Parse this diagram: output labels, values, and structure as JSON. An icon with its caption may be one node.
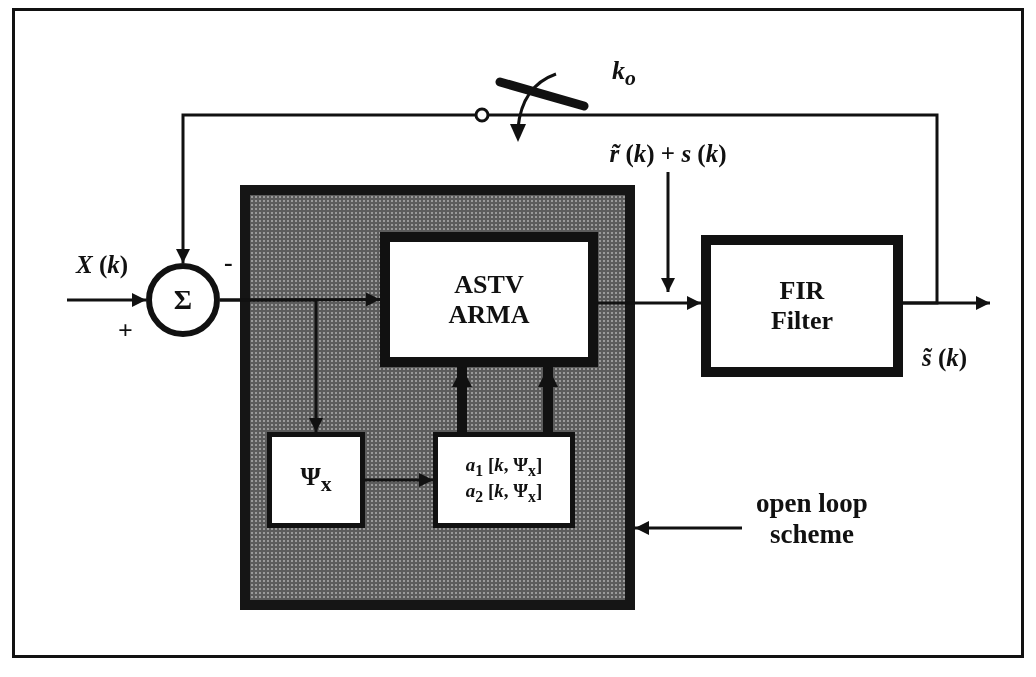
{
  "diagram": {
    "nodes": [
      {
        "text": [],
        "shape": "box"
      },
      {
        "text": [
          "Σ"
        ]
      },
      {
        "text": [
          "ASTV ARMA"
        ],
        "in": 0
      },
      {
        "text": [
          "Ψ$_{x}$"
        ],
        "in": 0
      },
      {
        "text": [
          "*a*$_{1}$ [*k*, Ψ$_{x}$] *a*$_{2}$ [*k*, Ψ$_{x}$]"
        ],
        "in": 0
      },
      {
        "text": [
          "FIR Filter"
        ]
      },
      {
        "text": [
          "open loop scheme"
        ]
      },
      {
        "text": [
          "*r̃* (*k*) + *s* (*k*)"
        ]
      }
    ],
    "edges": [
      {
        "from": null,
        "to": 1,
        "arrow": "to",
        "label": "*X* (*k*)"
      },
      {
        "from": 1,
        "to": 2,
        "arrow": "to"
      },
      {
        "from": 1,
        "to": 3,
        "arrow": "to"
      },
      {
        "from": 3,
        "to": 4,
        "arrow": "to"
      },
      {
        "from": 4,
        "to": 2,
        "arrow": "to",
        "style": "thick"
      },
      {
        "from": 4,
        "to": 2,
        "arrow": "to",
        "style": "thick"
      },
      {
        "from": 2,
        "to": 5,
        "arrow": "to"
      },
      {
        "from": 5,
        "to": null,
        "arrow": "to",
        "label": "*s̃* (*k*)"
      },
      {
        "from": 5,
        "to": 1,
        "arrow": "to"
      },
      {
        "from": 7,
        "to": null,
        "arrow": "to"
      },
      {
        "from": 6,
        "to": 0,
        "arrow": "to"
      }
    ],
    "labels": [
      "*k*$_{o}$",
      "-",
      "+"
    ]
  }
}
